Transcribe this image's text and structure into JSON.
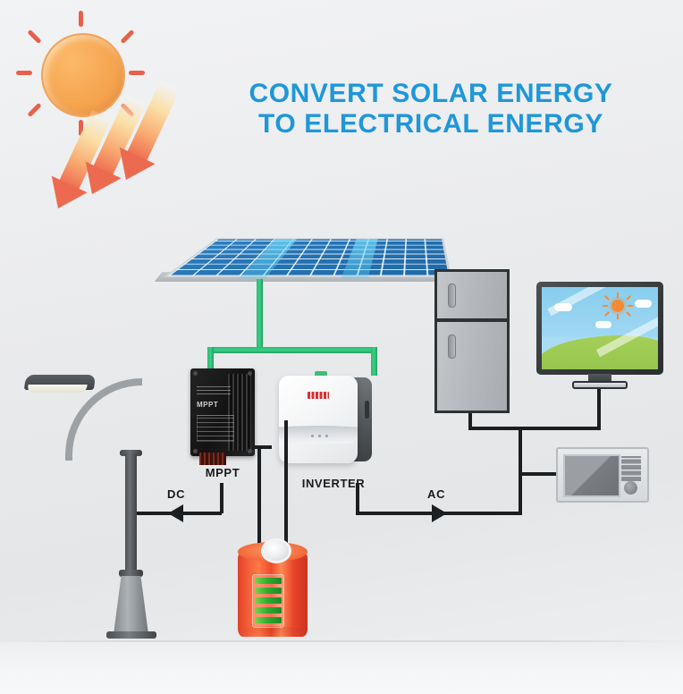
{
  "title": {
    "line1": "CONVERT SOLAR ENERGY",
    "line2": "TO ELECTRICAL ENERGY",
    "color": "#1f97d9"
  },
  "labels": {
    "mppt": "MPPT",
    "inverter": "INVERTER",
    "dc": "DC",
    "ac": "AC"
  },
  "device_text": {
    "mppt_brand": "MPPT"
  },
  "icons": {
    "sun": "sun-icon",
    "sun_rays": "sunlight-arrows-icon",
    "solar_panel": "solar-panel-icon",
    "mppt_controller": "mppt-charge-controller-icon",
    "inverter": "inverter-icon",
    "battery": "battery-icon",
    "street_lamp": "street-lamp-icon",
    "refrigerator": "refrigerator-icon",
    "television": "television-icon",
    "microwave": "microwave-icon"
  },
  "colors": {
    "title_blue": "#1f97d9",
    "panel_blue": "#2473b4",
    "panel_glare": "#78dcfa",
    "sun_orange": "#f6a550",
    "sun_ray_red": "#e8604a",
    "cable_green": "#2bb673",
    "wire_black": "#1c1f21",
    "battery_red": "#ef4a2a",
    "battery_charge_green": "#2fa82f",
    "background": "#e9eaec"
  },
  "flow": {
    "dc_direction": "left",
    "ac_direction": "right"
  }
}
